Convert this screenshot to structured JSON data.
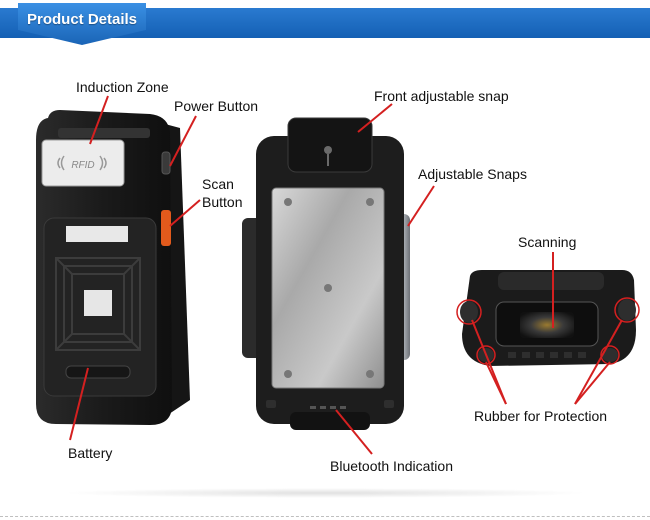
{
  "header": {
    "title": "Product Details",
    "accent_color": "#1a6cc0"
  },
  "callouts": {
    "induction_zone": "Induction Zone",
    "power_button": "Power Button",
    "scan_button_line1": "Scan",
    "scan_button_line2": "Button",
    "battery": "Battery",
    "front_adjustable_snap": "Front adjustable snap",
    "adjustable_snaps": "Adjustable Snaps",
    "bluetooth_indication": "Bluetooth Indication",
    "scanning": "Scanning",
    "rubber_for_protection": "Rubber for Protection"
  },
  "device_back": {
    "rfid_text": "RFID"
  },
  "callout_line_color": "#d42020"
}
